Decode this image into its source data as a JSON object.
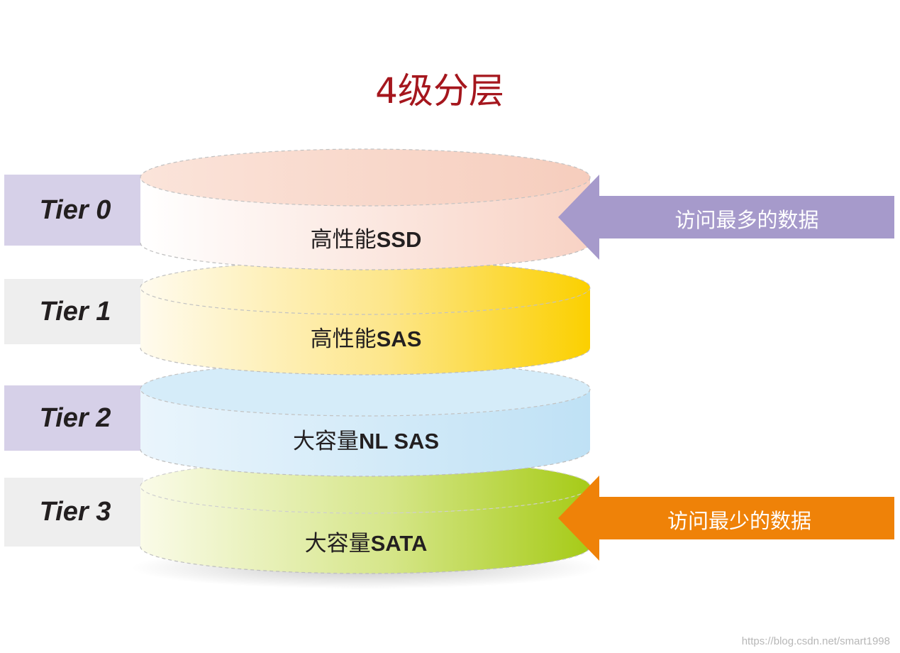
{
  "title": "4级分层",
  "tiers": [
    {
      "label": "Tier 0",
      "media_cn": "高性能",
      "media_en": "SSD"
    },
    {
      "label": "Tier 1",
      "media_cn": "高性能",
      "media_en": "SAS"
    },
    {
      "label": "Tier 2",
      "media_cn": "大容量",
      "media_en": "NL SAS"
    },
    {
      "label": "Tier 3",
      "media_cn": "大容量",
      "media_en": "SATA"
    }
  ],
  "arrows": {
    "top": {
      "text": "访问最多的数据",
      "color": "#a69acb"
    },
    "bottom": {
      "text": "访问最少的数据",
      "color": "#ef8208"
    }
  },
  "colors": {
    "title": "#a5161d",
    "tier_box_purple": "#d6d0e8",
    "tier_box_gray": "#eeeeee",
    "disk_ssd": "#f8d8cc",
    "disk_sas": "#fbd200",
    "disk_nlsas": "#bfe1f5",
    "disk_sata": "#a9cc1c"
  },
  "watermark": "https://blog.csdn.net/smart1998"
}
